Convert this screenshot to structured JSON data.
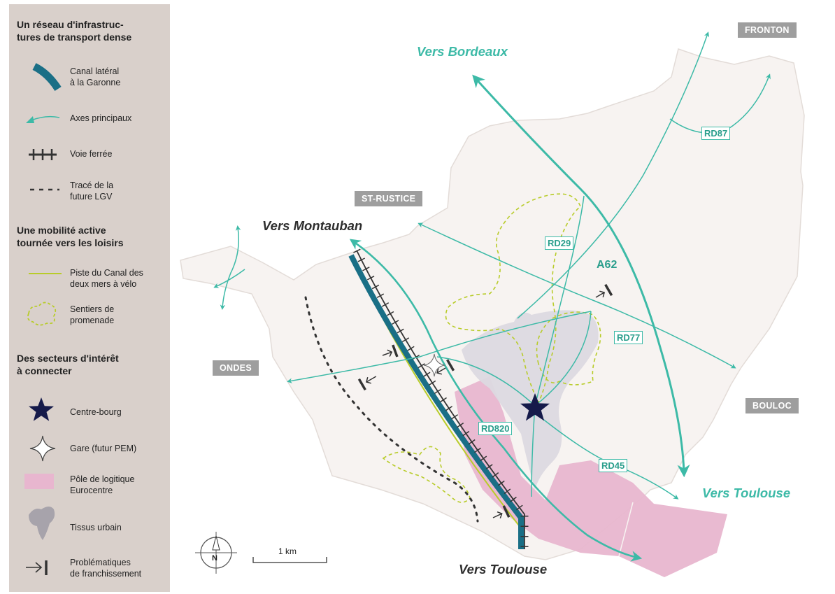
{
  "legend": {
    "section_network": "Un réseau d'infrastruc-\ntures de transport dense",
    "items_network": [
      {
        "icon": "canal-swatch",
        "label": "Canal latéral\nà la Garonne"
      },
      {
        "icon": "arrow-icon",
        "label": "Axes principaux"
      },
      {
        "icon": "railway-icon",
        "label": "Voie ferrée"
      },
      {
        "icon": "dashed-line-icon",
        "label": "Tracé de la\nfuture LGV"
      }
    ],
    "section_mobility": "Une mobilité active\ntournée vers les loisirs",
    "items_mobility": [
      {
        "icon": "bike-path-line",
        "label": "Piste du Canal des\ndeux mers à vélo"
      },
      {
        "icon": "trail-icon",
        "label": "Sentiers de\npromenade"
      }
    ],
    "section_sectors": "Des secteurs d'intérêt\nà connecter",
    "items_sectors": [
      {
        "icon": "star-icon",
        "label": "Centre-bourg"
      },
      {
        "icon": "station-icon",
        "label": "Gare (futur PEM)"
      },
      {
        "icon": "logistics-swatch",
        "label": "Pôle de logitique\nEurocentre"
      },
      {
        "icon": "urban-fabric-icon",
        "label": "Tissus urbain"
      },
      {
        "icon": "crossing-icon",
        "label": "Problématiques\nde franchissement"
      }
    ]
  },
  "map": {
    "places": {
      "fronton": "FRONTON",
      "st_rustice": "ST-RUSTICE",
      "ondes": "ONDES",
      "bouloc": "BOULOC"
    },
    "directions": {
      "bordeaux": "Vers Bordeaux",
      "montauban": "Vers Montauban",
      "toulouse_east": "Vers Toulouse",
      "toulouse_south": "Vers Toulouse"
    },
    "roads": {
      "a62": "A62",
      "rd87": "RD87",
      "rd29": "RD29",
      "rd77": "RD77",
      "rd820": "RD820",
      "rd45": "RD45"
    },
    "scale_label": "1 km",
    "north_label": "N"
  },
  "colors": {
    "legend_bg": "#d9d0cb",
    "territory": "#f7f3f1",
    "road_teal": "#3dbaa7",
    "canal": "#1a6f86",
    "bike_path": "#b8cc2a",
    "logistics": "#e8b6cf",
    "urban": "#dcd9e0",
    "star": "#151a4a",
    "place_tag": "#9e9e9e"
  }
}
